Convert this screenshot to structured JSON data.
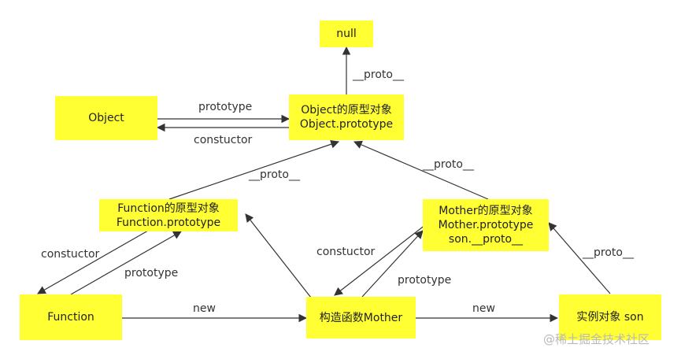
{
  "nodes": {
    "null": {
      "text": "null"
    },
    "object": {
      "text": "Object"
    },
    "object_proto": {
      "line1": "Object的原型对象",
      "line2": "Object.prototype"
    },
    "function_proto": {
      "line1": "Function的原型对象",
      "line2": "Function.prototype"
    },
    "mother_proto": {
      "line1": "Mother的原型对象",
      "line2": "Mother.prototype",
      "line3": "son.__proto__"
    },
    "function": {
      "text": "Function"
    },
    "mother": {
      "text": "构造函数Mother"
    },
    "son": {
      "text": "实例对象 son"
    }
  },
  "edge_labels": {
    "proto_null": "__proto__",
    "object_prototype": "prototype",
    "object_constructor": "constuctor",
    "function_proto_up": "__proto__",
    "mother_proto_up": "__proto__",
    "function_constructor": "constuctor",
    "function_prototype": "prototype",
    "mother_constructor": "constuctor",
    "mother_prototype": "prototype",
    "son_proto": "__proto__",
    "function_new": "new",
    "mother_new": "new"
  },
  "watermark": "@稀土掘金技术社区",
  "colors": {
    "node_fill": "#ffff33",
    "edge": "#333333"
  }
}
